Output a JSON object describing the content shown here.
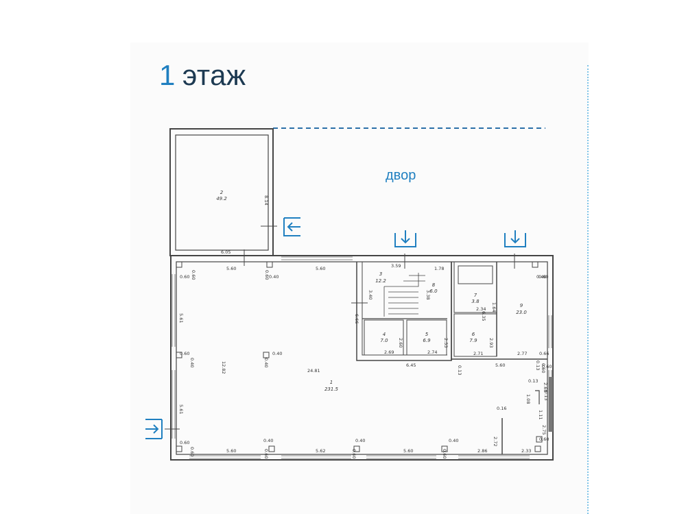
{
  "header": {
    "floor_number": "1",
    "floor_word": "этаж"
  },
  "plan": {
    "yard_label": "двор",
    "colors": {
      "accent": "#1f7fc0",
      "wall": "#444444",
      "dashed_line": "#2a6fa8"
    },
    "entrance_icons": [
      "entrance-left-icon",
      "entrance-down-icon",
      "entrance-down-icon",
      "entrance-right-icon"
    ],
    "rooms": [
      {
        "num": "1",
        "area": "231.5"
      },
      {
        "num": "2",
        "area": "49.2"
      },
      {
        "num": "3",
        "area": "12.2"
      },
      {
        "num": "4",
        "area": "7.0"
      },
      {
        "num": "5",
        "area": "6.9"
      },
      {
        "num": "6",
        "area": "7.9"
      },
      {
        "num": "7",
        "area": "3.8"
      },
      {
        "num": "8",
        "area": "6.0"
      },
      {
        "num": "9",
        "area": "23.0"
      }
    ],
    "dims": [
      "8.14",
      "6.05",
      "5.60",
      "0.60",
      "0.40",
      "5.60",
      "0.60",
      "0.60",
      "3.59",
      "1.78",
      "3.40",
      "3.38",
      "6.66",
      "1.64",
      "2.34",
      "6.35",
      "0.60",
      "2.60",
      "2.53",
      "2.93",
      "2.69",
      "2.74",
      "6.45",
      "0.13",
      "2.71",
      "5.60",
      "2.77",
      "0.66",
      "0.60",
      "5.61",
      "0.60",
      "0.40",
      "12.82",
      "0.40",
      "0.40",
      "24.81",
      "5.61",
      "0.13",
      "2.68",
      "1.08",
      "1.11",
      "0.16",
      "2.72",
      "2.75",
      "0.60",
      "0.60",
      "0.40",
      "0.40",
      "0.60",
      "5.60",
      "5.62",
      "5.60",
      "0.60",
      "0.40",
      "0.60",
      "2.86",
      "2.33",
      "0.60",
      "0.40",
      "0.13",
      "0.60",
      "0.13"
    ]
  }
}
